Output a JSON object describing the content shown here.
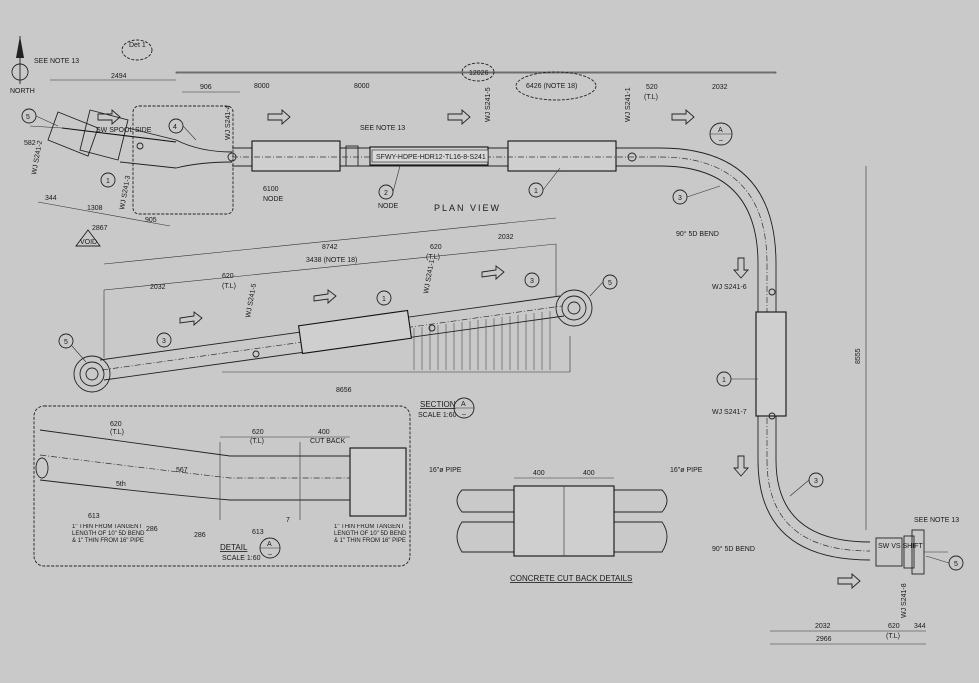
{
  "north": {
    "label": "NORTH"
  },
  "plan": {
    "title": "PLAN VIEW",
    "notes": {
      "see_note_13_a": "SEE NOTE 13",
      "see_note_13_b": "SEE NOTE 13",
      "see_note_13_c": "SEE NOTE 13",
      "note_18": "6426 (NOTE 18)",
      "det1": "Det 1",
      "tl": "(T.L)",
      "node_a": "NODE",
      "node_b": "NODE",
      "bend_90_a": "90° 5D BEND",
      "bend_90_b": "90° 5D BEND",
      "spool_label": "SFWY-HDPE-HDR12-TL16-8-S241",
      "sw_spool_side": "SW SPOOL SIDE",
      "sw_vs_shift": "SW VS SHIFT",
      "void": "VOID"
    },
    "dims": {
      "d2494": "2494",
      "d906": "906",
      "d8000": "8000",
      "d12026": "12026",
      "d520": "520",
      "d2032": "2032",
      "d582": "582",
      "d6100": "6100",
      "d1308": "1308",
      "d2867": "2867",
      "d905": "905",
      "d344a": "344",
      "d2032b": "2032",
      "d620b": "620",
      "d344b": "344",
      "d2966": "2966",
      "d8555": "8555",
      "d8555v": "8555"
    },
    "welds": {
      "w1": "WJ S241-2",
      "w2": "WJ S241-3",
      "w3": "WJ S241-4",
      "w4": "WJ S241-5",
      "w5": "WJ S241-6",
      "w6": "WJ S241-7",
      "w7": "WJ S241-8",
      "w8": "WJ S241-1"
    },
    "balloons": {
      "b1": "1",
      "b2": "2",
      "b3": "3",
      "b4": "4",
      "b5": "5",
      "b6": "1",
      "b7": "1",
      "b8": "3",
      "b9": "3",
      "b10": "5",
      "b11": "1"
    },
    "section_marker": {
      "letter": "A",
      "sheet": "–"
    }
  },
  "section": {
    "title": "SECTION",
    "scale": "SCALE 1:60",
    "marker_letter": "A",
    "marker_sheet": "–",
    "dims": {
      "d2032": "2032",
      "d620a": "620",
      "d620b": "620",
      "d2032b": "2032",
      "d8742": "8742",
      "d3438": "3438 (NOTE 18)",
      "d8656": "8656",
      "tl1": "(T.L)",
      "tl2": "(T.L)"
    },
    "welds": {
      "w1": "WJ S241-5",
      "w2": "WJ S241-1"
    },
    "balloons": {
      "b1": "3",
      "b2": "1",
      "b3": "3",
      "b4": "5",
      "b5": "5"
    }
  },
  "detail": {
    "title": "DETAIL",
    "scale": "SCALE 1:60",
    "marker_letter": "A",
    "marker_sheet": "–",
    "dims": {
      "d620a": "620",
      "tl_a": "(T.L)",
      "d620b": "620",
      "tl_b": "(T.L)",
      "d400": "400",
      "cut_back": "CUT BACK",
      "d567": "567",
      "d5th": "5th",
      "d613a": "613",
      "d286a": "286",
      "d286b": "286",
      "d613b": "613",
      "d7": "7"
    },
    "notes": {
      "left": "1\" THIN FROM TANGENT LENGTH OF 10\" 5D BEND & 1\" THIN FROM 16\" PIPE",
      "right": "1\" THIN FROM TANGENT LENGTH OF 10\" 5D BEND & 1\" THIN FROM 16\" PIPE"
    }
  },
  "cutback": {
    "title": "CONCRETE CUT BACK DETAILS",
    "pipe_left": "16\"ø PIPE",
    "pipe_right": "16\"ø PIPE",
    "d400a": "400",
    "d400b": "400"
  }
}
